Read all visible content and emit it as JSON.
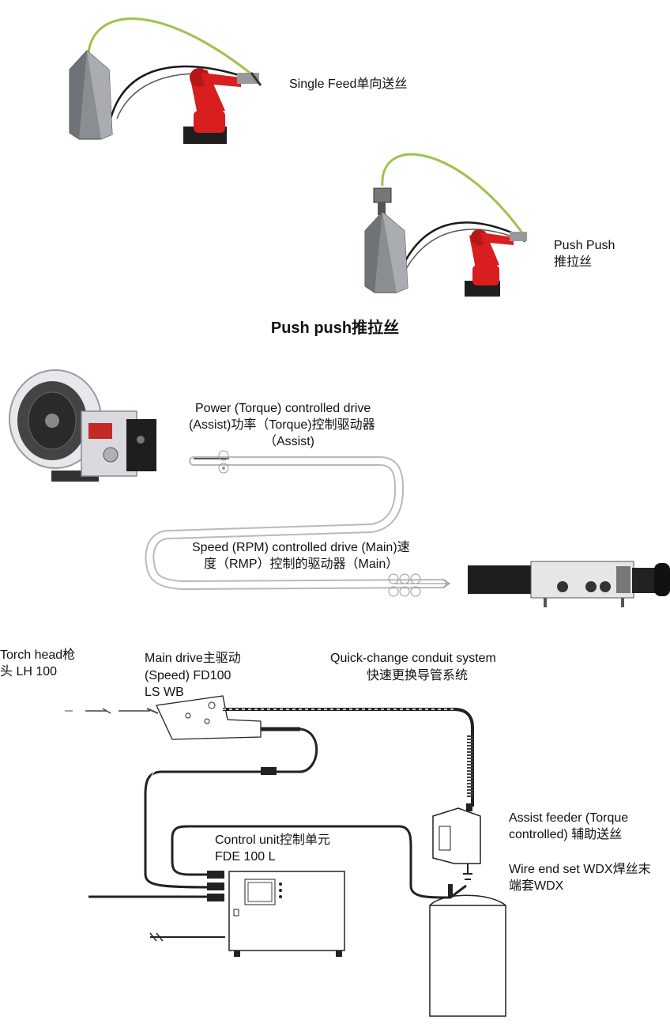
{
  "top": {
    "single_feed": "Single Feed单向送丝",
    "push_push_line1": "Push Push",
    "push_push_line2": "推拉丝",
    "section_title": "Push push推拉丝"
  },
  "middle": {
    "power_line1": "Power (Torque) controlled drive",
    "power_line2": "(Assist)功率（Torque)控制驱动器",
    "power_line3": "（Assist)",
    "speed_line1": "Speed (RPM) controlled drive (Main)速",
    "speed_line2": "度（RMP）控制的驱动器（Main）"
  },
  "bottom": {
    "torch_line1": "Torch head枪",
    "torch_line2": "头 LH 100",
    "main_drive_line1": "Main drive主驱动",
    "main_drive_line2": "(Speed) FD100",
    "main_drive_line3": "LS WB",
    "quick_line1": "Quick-change conduit system",
    "quick_line2": "快速更换导管系统",
    "control_line1": "Control unit控制单元",
    "control_line2": "FDE 100 L",
    "assist_line1": "Assist feeder (Torque",
    "assist_line2": "controlled) 辅助送丝",
    "wire_end_line1": "Wire end set WDX焊丝末",
    "wire_end_line2": "端套WDX"
  },
  "colors": {
    "robot_red": "#d81e1e",
    "drum_grey": "#8a8d92",
    "conduit_green": "#9dc34a",
    "cable_black": "#1a1a1a"
  }
}
